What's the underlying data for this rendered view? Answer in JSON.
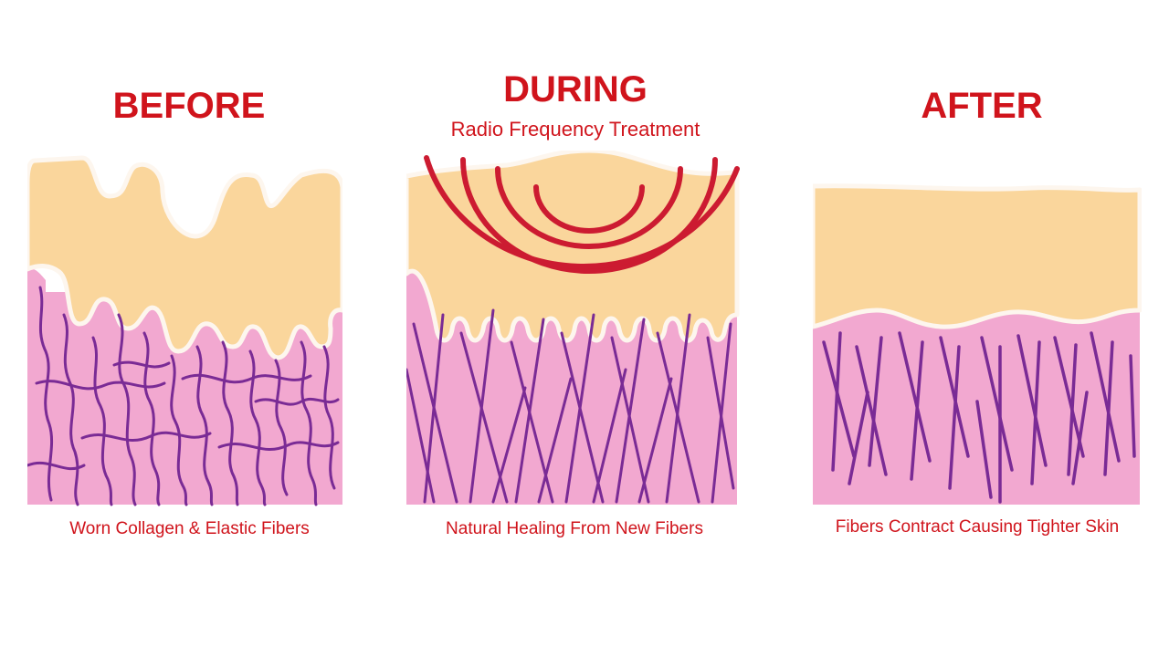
{
  "colors": {
    "title": "#d0141c",
    "skin_top": "#fad69c",
    "skin_bottom": "#f2a8d0",
    "fiber": "#7a2b95",
    "membrane": "#fdf6ee",
    "rf_wave": "#cc1b31"
  },
  "panels": [
    {
      "id": "before",
      "title": "BEFORE",
      "subtitle": "",
      "caption": "Worn Collagen & Elastic Fibers",
      "fiber_style": "wavy"
    },
    {
      "id": "during",
      "title": "DURING",
      "subtitle": "Radio Frequency  Treatment",
      "caption": "Natural Healing From New Fibers",
      "fiber_style": "crossed-straight",
      "rf_arcs": 4
    },
    {
      "id": "after",
      "title": "AFTER",
      "subtitle": "",
      "caption": "Fibers Contract Causing Tighter Skin",
      "fiber_style": "contracted"
    }
  ]
}
